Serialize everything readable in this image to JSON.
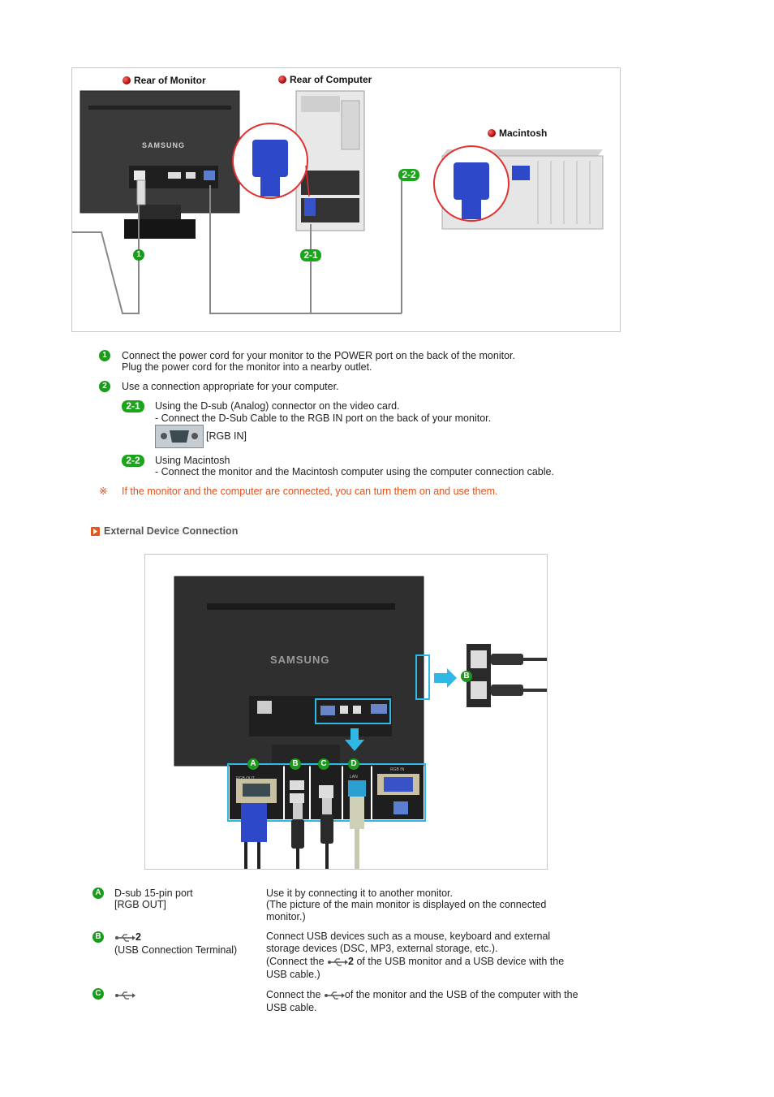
{
  "figure1": {
    "label_monitor": "Rear of Monitor",
    "label_computer": "Rear of Computer",
    "label_mac": "Macintosh",
    "brand": "SAMSUNG",
    "callout_1": "1",
    "callout_2_1": "2-1",
    "callout_2_2": "2-2"
  },
  "steps": {
    "s1": {
      "badge": "1",
      "line1": "Connect the power cord for your monitor to the POWER port on the back of the monitor.",
      "line2": "Plug the power cord for the monitor into a nearby outlet."
    },
    "s2": {
      "badge": "2",
      "line1": "Use a connection appropriate for your computer."
    },
    "s21": {
      "badge": "2-1",
      "line1": "Using the D-sub (Analog) connector on the video card.",
      "line2": "- Connect the D-Sub Cable to the RGB IN port on the back of your monitor.",
      "port_label": "[RGB IN]"
    },
    "s22": {
      "badge": "2-2",
      "line1": "Using Macintosh",
      "line2": "- Connect the monitor and the Macintosh computer using the computer connection cable."
    },
    "note": {
      "mark": "※",
      "text": "If the monitor and the computer are connected, you can turn them on and use them."
    }
  },
  "section": {
    "title": "External Device Connection"
  },
  "figure2": {
    "brand": "SAMSUNG",
    "callouts": [
      "A",
      "B",
      "C",
      "D"
    ],
    "callout_b_side": "B",
    "port_rgb_out": "RGB OUT",
    "port_rgb_in": "RGB IN",
    "port_lan": "LAN"
  },
  "table": [
    {
      "badge": "A",
      "left": [
        "D-sub 15-pin port",
        "[RGB OUT]"
      ],
      "right": [
        "Use it by connecting it to another monitor.",
        "(The picture of the main monitor is displayed on the connected",
        "monitor.)"
      ]
    },
    {
      "badge": "B",
      "left_suffix": "2",
      "left2": "(USB Connection Terminal)",
      "right1": "Connect USB devices such as a mouse, keyboard and external",
      "right2": "storage devices (DSC, MP3, external storage, etc.).",
      "right3_pre": "(Connect the ",
      "right3_suffix": "2",
      "right3_post": " of the USB monitor and a USB device with the",
      "right4": "USB cable.)"
    },
    {
      "badge": "C",
      "right1_pre": "Connect the ",
      "right1_post": "of the monitor and the USB of the computer with the",
      "right2": "USB cable."
    }
  ]
}
